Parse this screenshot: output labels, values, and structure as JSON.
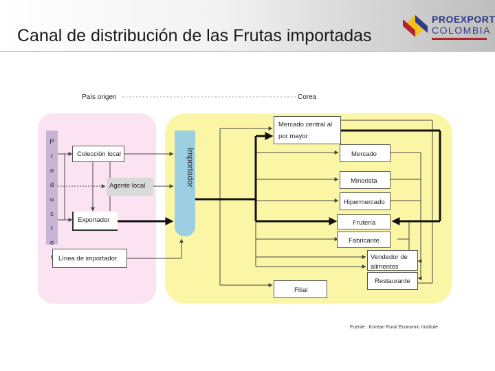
{
  "header": {
    "title": "Canal de distribución de las Frutas importadas"
  },
  "logo": {
    "word1": "PROEXPORT",
    "word2": "COLOMBIA",
    "colors": {
      "blue": "#2e3a8c",
      "red": "#b0262b",
      "yellow": "#f2c21b"
    }
  },
  "regions": {
    "origin_label": "País origen",
    "dest_label": "Corea",
    "origin_color": "#fbe3f2",
    "dest_color": "#fbf6a6"
  },
  "nodes": {
    "productor_letters": [
      "P",
      "r",
      "o",
      "d",
      "u",
      "c",
      "t",
      "o",
      "r"
    ],
    "coleccion_local": "Colección local",
    "agente_local": "Agente local",
    "exportador": "Exportador",
    "linea_importador": "Línea de importador",
    "importador": "Importador",
    "mercado_central_1": "Mercado central al",
    "mercado_central_2": "por mayor",
    "mercado": "Mercado",
    "minorista": "Minorista",
    "hipermercado": "Hipermercado",
    "fruteria": "Frutería",
    "fabricante": "Fabricante",
    "vendedor_1": "Vendedor de",
    "vendedor_2": "alimentos",
    "restaurante": "Restaurante",
    "filial": "Filial"
  },
  "footer": {
    "source": "Fuente : Korean Rural Economic Institute"
  }
}
